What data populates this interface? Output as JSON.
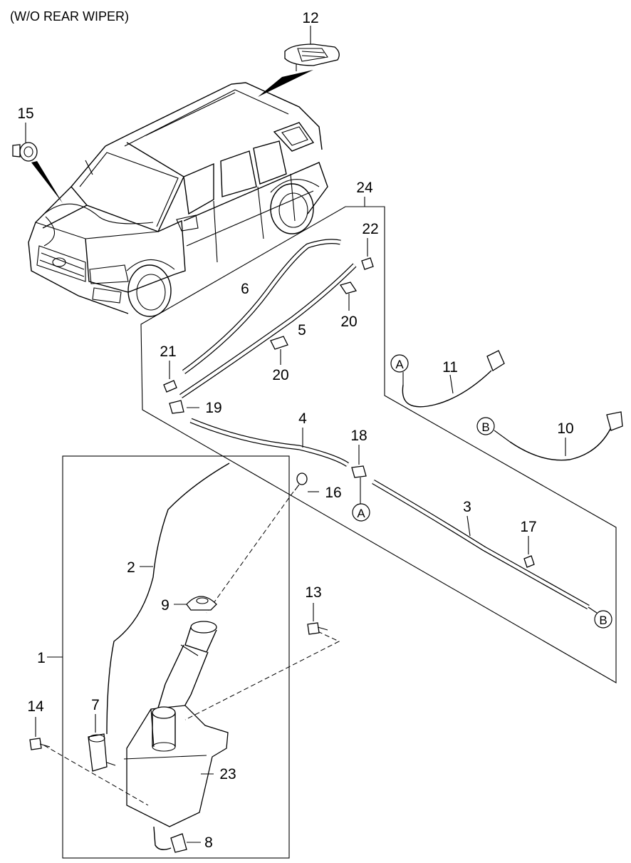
{
  "header": {
    "note": "(W/O REAR WIPER)"
  },
  "callouts": [
    {
      "id": "c1",
      "text": "1"
    },
    {
      "id": "c2",
      "text": "2"
    },
    {
      "id": "c3",
      "text": "3"
    },
    {
      "id": "c4",
      "text": "4"
    },
    {
      "id": "c5",
      "text": "5"
    },
    {
      "id": "c6",
      "text": "6"
    },
    {
      "id": "c7",
      "text": "7"
    },
    {
      "id": "c8",
      "text": "8"
    },
    {
      "id": "c9",
      "text": "9"
    },
    {
      "id": "c10",
      "text": "10"
    },
    {
      "id": "c11",
      "text": "11"
    },
    {
      "id": "c12",
      "text": "12"
    },
    {
      "id": "c13",
      "text": "13"
    },
    {
      "id": "c14",
      "text": "14"
    },
    {
      "id": "c15",
      "text": "15"
    },
    {
      "id": "c16",
      "text": "16"
    },
    {
      "id": "c17",
      "text": "17"
    },
    {
      "id": "c18",
      "text": "18"
    },
    {
      "id": "c19",
      "text": "19"
    },
    {
      "id": "c20a",
      "text": "20"
    },
    {
      "id": "c20b",
      "text": "20"
    },
    {
      "id": "c21",
      "text": "21"
    },
    {
      "id": "c22",
      "text": "22"
    },
    {
      "id": "c23",
      "text": "23"
    },
    {
      "id": "c24",
      "text": "24"
    }
  ],
  "connectors": [
    {
      "id": "A1",
      "text": "A"
    },
    {
      "id": "A2",
      "text": "A"
    },
    {
      "id": "B1",
      "text": "B"
    },
    {
      "id": "B2",
      "text": "B"
    }
  ]
}
